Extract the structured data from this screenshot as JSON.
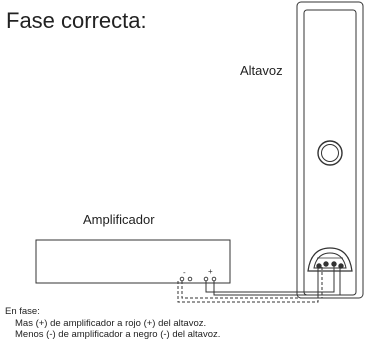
{
  "title": "Fase correcta:",
  "labels": {
    "speaker": "Altavoz",
    "amplifier": "Amplificador"
  },
  "terminals": {
    "minus": "-",
    "plus": "+"
  },
  "notes": {
    "heading": "En fase:",
    "line1": "Mas (+) de amplificador a rojo (+) del altavoz.",
    "line2": "Menos (-) de amplificador a negro (-) del altavoz."
  }
}
